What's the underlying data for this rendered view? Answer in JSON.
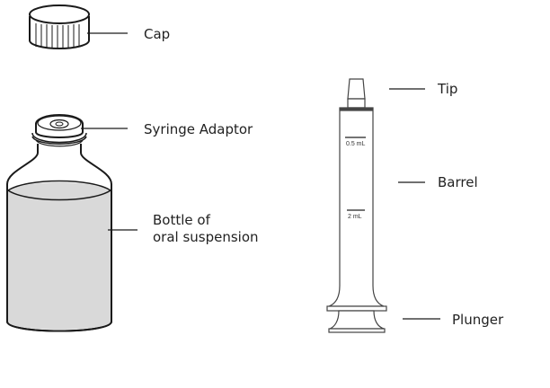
{
  "labels": {
    "cap": "Cap",
    "adaptor": "Syringe Adaptor",
    "bottle_line1": "Bottle of",
    "bottle_line2": "oral suspension",
    "tip": "Tip",
    "barrel": "Barrel",
    "plunger": "Plunger"
  },
  "syringe_marks": {
    "mark1": "0.5 mL",
    "mark2": "2 mL"
  },
  "colors": {
    "liquid": "#d9d9d9",
    "stroke": "#1a1a1a"
  }
}
